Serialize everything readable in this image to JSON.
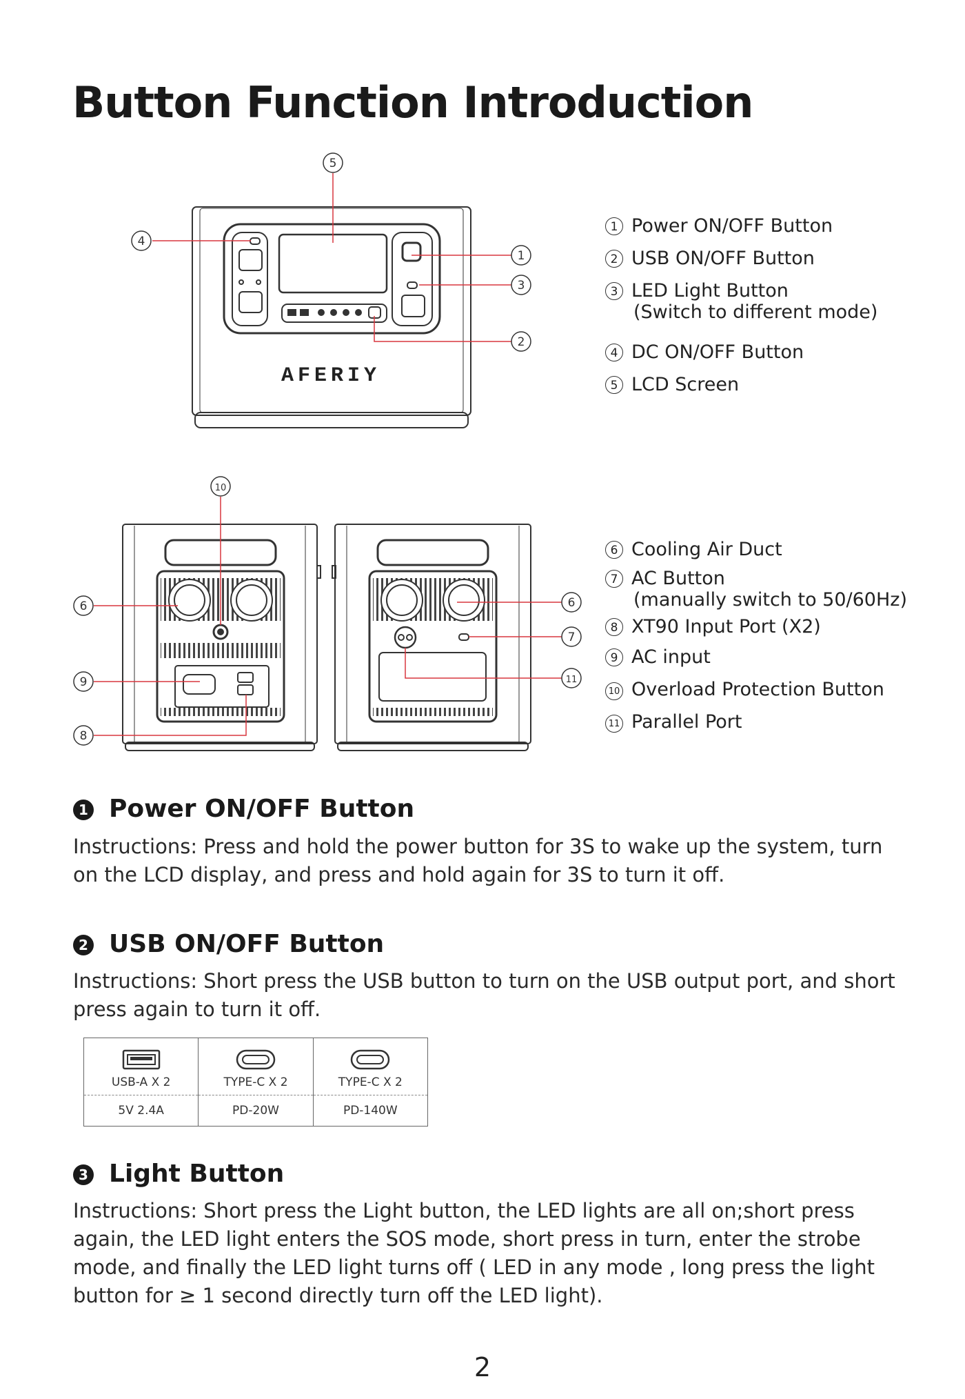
{
  "page": {
    "title": "Button Function Introduction",
    "number": "2"
  },
  "diagrams": {
    "front": {
      "brand": "AFERIY",
      "callouts": [
        "1",
        "2",
        "3",
        "4",
        "5"
      ]
    },
    "rear": {
      "callouts": [
        "6",
        "6",
        "7",
        "8",
        "9",
        "10",
        "11"
      ]
    }
  },
  "legend_front": [
    {
      "num": "1",
      "label": "Power ON/OFF Button"
    },
    {
      "num": "2",
      "label": "USB ON/OFF Button"
    },
    {
      "num": "3",
      "label": "LED Light Button",
      "sub": "(Switch to different mode)"
    },
    {
      "num": "4",
      "label": "DC ON/OFF Button"
    },
    {
      "num": "5",
      "label": "LCD Screen"
    }
  ],
  "legend_rear": [
    {
      "num": "6",
      "label": "Cooling Air Duct"
    },
    {
      "num": "7",
      "label": "AC Button",
      "sub": "(manually switch to 50/60Hz)"
    },
    {
      "num": "8",
      "label": "XT90 Input Port (X2)"
    },
    {
      "num": "9",
      "label": "AC input"
    },
    {
      "num": "10",
      "label": "Overload Protection Button"
    },
    {
      "num": "11",
      "label": "Parallel Port"
    }
  ],
  "sections": [
    {
      "bullet": "1",
      "heading": "Power ON/OFF Button",
      "text": "Instructions: Press and hold the power button for 3S to wake up the system, turn on the LCD display, and press and hold again for 3S to turn it off."
    },
    {
      "bullet": "2",
      "heading": "USB ON/OFF Button",
      "text": "Instructions: Short press the USB button to turn on the USB output port, and short press again to turn it off."
    },
    {
      "bullet": "3",
      "heading": "Light Button",
      "text": "Instructions: Short press the Light button, the LED lights are all on;short press again, the LED light enters the SOS mode, short press in turn, enter the strobe mode, and finally the LED light turns off ( LED in any mode , long press the light button for ≥ 1 second directly turn off the LED light)."
    }
  ],
  "usb_table": {
    "ports": [
      {
        "icon": "usb-a-port-icon",
        "type": "USB-A X 2",
        "spec": "5V 2.4A"
      },
      {
        "icon": "usb-c-port-icon",
        "type": "TYPE-C X 2",
        "spec": "PD-20W"
      },
      {
        "icon": "usb-c-port-icon",
        "type": "TYPE-C X 2",
        "spec": "PD-140W"
      }
    ]
  },
  "colors": {
    "callout_line": "#d9363e",
    "ink": "#222222"
  }
}
